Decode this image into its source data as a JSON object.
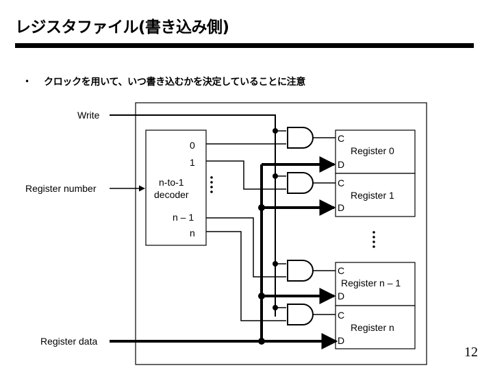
{
  "slide": {
    "title": "レジスタファイル(書き込み側)",
    "bullet": "クロックを用いて、いつ書き込むかを決定していることに注意",
    "page_number": "12"
  },
  "diagram": {
    "write_label": "Write",
    "register_number_label": "Register number",
    "register_data_label": "Register data",
    "decoder": {
      "line1": "n-to-1",
      "line2": "decoder",
      "outputs": [
        "0",
        "1",
        "n – 1",
        "n"
      ]
    },
    "registers": [
      {
        "c": "C",
        "name": "Register 0",
        "d": "D"
      },
      {
        "c": "C",
        "name": "Register 1",
        "d": "D"
      },
      {
        "c": "C",
        "name": "Register n – 1",
        "d": "D"
      },
      {
        "c": "C",
        "name": "Register n",
        "d": "D"
      }
    ]
  }
}
